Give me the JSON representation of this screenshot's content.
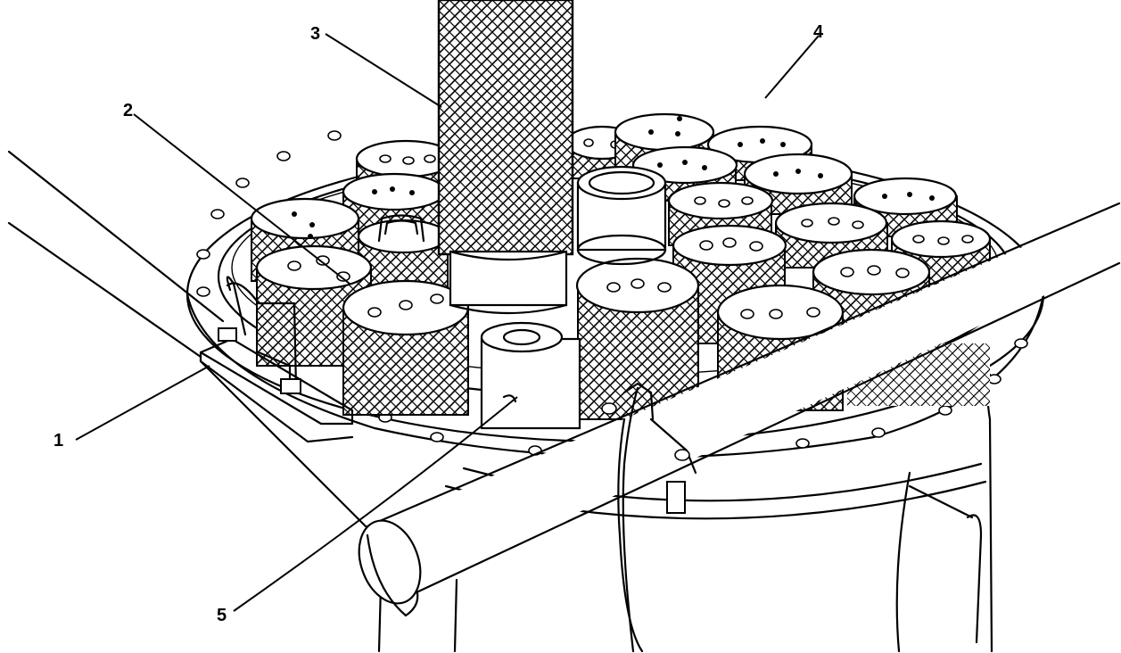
{
  "figure": {
    "callouts": [
      {
        "id": "1",
        "label": "1"
      },
      {
        "id": "2",
        "label": "2"
      },
      {
        "id": "3",
        "label": "3"
      },
      {
        "id": "4",
        "label": "4"
      },
      {
        "id": "5",
        "label": "5"
      }
    ]
  }
}
